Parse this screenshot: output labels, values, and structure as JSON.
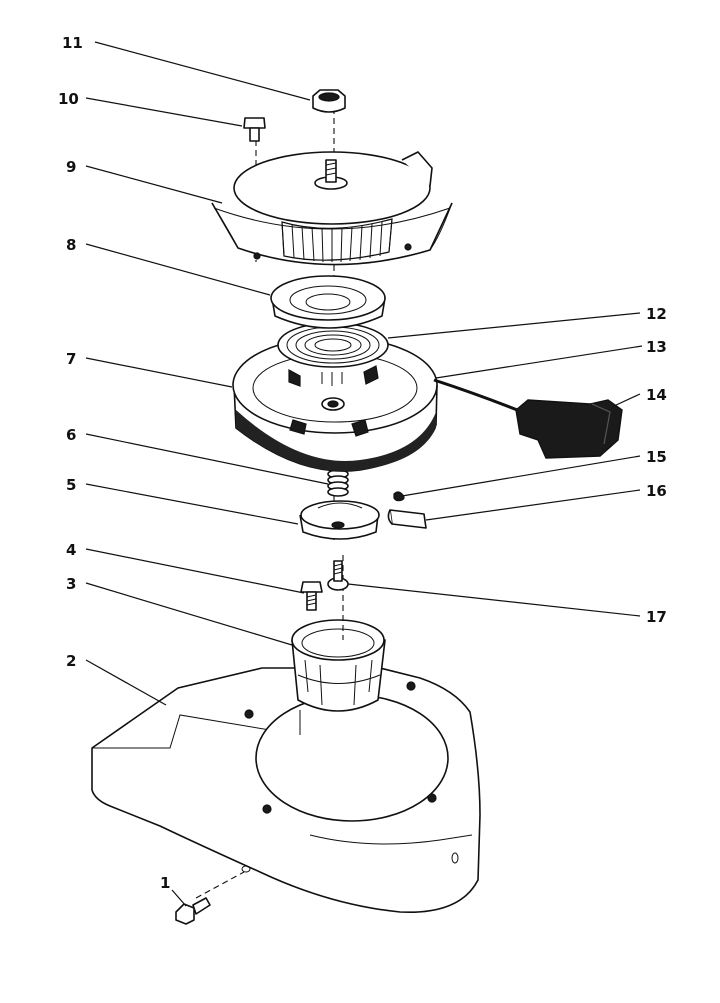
{
  "callouts": [
    {
      "id": 1,
      "label": "1"
    },
    {
      "id": 2,
      "label": "2"
    },
    {
      "id": 3,
      "label": "3"
    },
    {
      "id": 4,
      "label": "4"
    },
    {
      "id": 5,
      "label": "5"
    },
    {
      "id": 6,
      "label": "6"
    },
    {
      "id": 7,
      "label": "7"
    },
    {
      "id": 8,
      "label": "8"
    },
    {
      "id": 9,
      "label": "9"
    },
    {
      "id": 10,
      "label": "10"
    },
    {
      "id": 11,
      "label": "11"
    },
    {
      "id": 12,
      "label": "12"
    },
    {
      "id": 13,
      "label": "13"
    },
    {
      "id": 14,
      "label": "14"
    },
    {
      "id": 15,
      "label": "15"
    },
    {
      "id": 16,
      "label": "16"
    },
    {
      "id": 17,
      "label": "17"
    }
  ],
  "colors": {
    "ink": "#111111",
    "paper": "#ffffff"
  }
}
